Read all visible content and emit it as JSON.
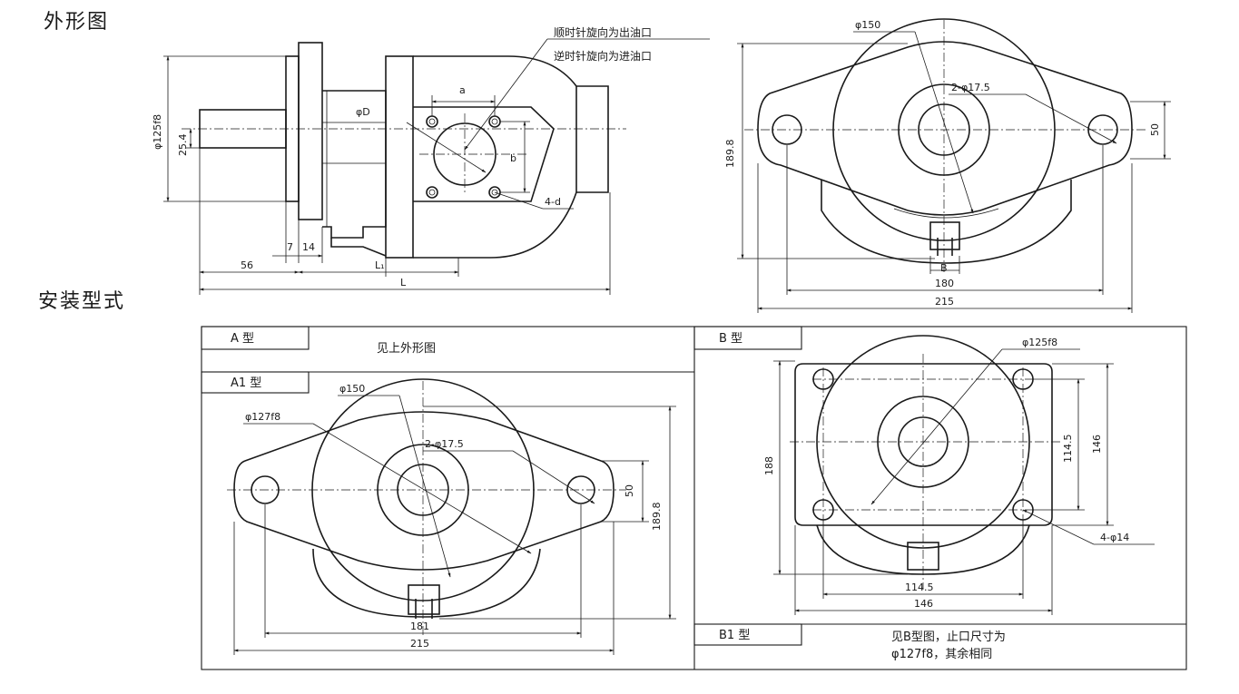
{
  "headings": {
    "outline": "外形图",
    "mounting": "安装型式"
  },
  "side_view": {
    "annot_cw": "顺时针旋向为出油口",
    "annot_ccw": "逆时针旋向为进油口",
    "phi_d": "φD",
    "a": "a",
    "b": "b",
    "four_d": "4-d",
    "phi125f8": "φ125f8",
    "d25_4": "25.4",
    "d7": "7",
    "d14": "14",
    "d56": "56",
    "l1": "L₁",
    "l": "L"
  },
  "front_view": {
    "phi150": "φ150",
    "two_phi17_5": "2-φ17.5",
    "d50": "50",
    "d189_8": "189.8",
    "b": "B",
    "d180": "180",
    "d215": "215"
  },
  "table": {
    "a_label": "A  型",
    "a_text": "见上外形图",
    "a1_label": "A1 型",
    "b_label": "B  型",
    "b1_label": "B1 型",
    "b1_text_line1": "见B型图，止口尺寸为",
    "b1_text_line2": "φ127f8，其余相同"
  },
  "a1_view": {
    "phi150": "φ150",
    "phi127f8": "φ127f8",
    "two_phi17_5": "2-φ17.5",
    "d50": "50",
    "d189_8": "189.8",
    "d181": "181",
    "d215": "215"
  },
  "b_view": {
    "phi125f8": "φ125f8",
    "d188": "188",
    "d114_5_v": "114.5",
    "d146_v": "146",
    "four_phi14": "4-φ14",
    "d114_5_h": "114.5",
    "d146_h": "146"
  }
}
